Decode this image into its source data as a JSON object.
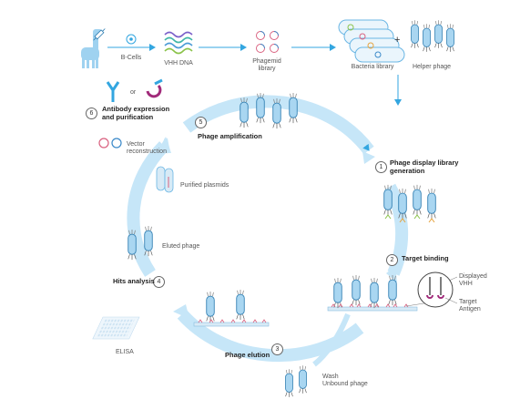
{
  "colors": {
    "flow": "#33a6e0",
    "cycle": "#c6e6f8",
    "phage_body": "#a9d6f1",
    "phage_outline": "#2b7bb0",
    "text": "#555555",
    "bold_text": "#222222"
  },
  "top_row": {
    "b_cells": "B-Cells",
    "vhh_dna": "VHH DNA",
    "phagemid_library": "Phagemid\nlibrary",
    "bacteria_library": "Bacteria library",
    "plus": "+",
    "helper_phage": "Helper phage"
  },
  "steps": [
    {
      "number": "1",
      "title": "Phage display library\ngeneration"
    },
    {
      "number": "2",
      "title": "Target binding"
    },
    {
      "number": "3",
      "title": "Phage elution"
    },
    {
      "number": "4",
      "title": "Hits analysis"
    },
    {
      "number": "5",
      "title": "Phage amplification"
    },
    {
      "number": "6",
      "title": "Antibody expression\nand purification"
    }
  ],
  "labels": {
    "or": "or",
    "vector_reconstruction": "Vector\nreconstruction",
    "purified_plasmids": "Purified plasmids",
    "eluted_phage": "Eluted phage",
    "elisa": "ELISA",
    "displayed_vhh": "Displayed\nVHH",
    "target_antigen": "Target\nAntigen",
    "wash_unbound": "Wash\nUnbound phage"
  },
  "icons": [
    "llama-icon",
    "syringe-icon",
    "b-cell-icon",
    "dna-icon",
    "plasmid-icon",
    "bacteria-icon",
    "phage-icon",
    "antibody-icon",
    "vhh-icon",
    "elisa-plate-icon"
  ]
}
